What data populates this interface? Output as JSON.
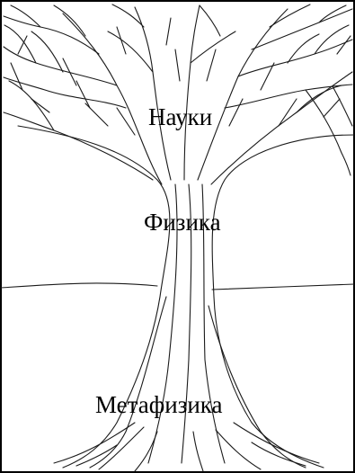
{
  "diagram": {
    "labels": {
      "sciences": "Науки",
      "physics": "Физика",
      "metaphysics": "Метафизика"
    },
    "colors": {
      "line": "#1a1a1a",
      "background": "#ffffff",
      "border": "#000000"
    }
  }
}
